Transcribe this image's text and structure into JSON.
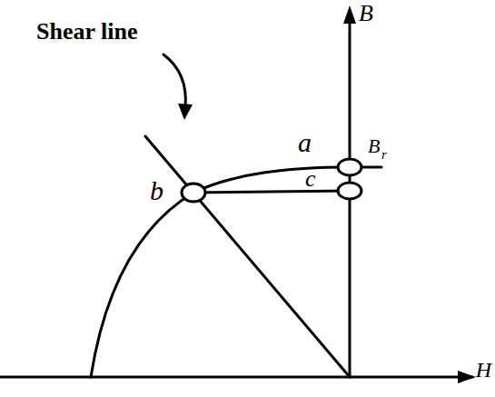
{
  "diagram": {
    "labels": [
      "Shear line",
      "a",
      "b",
      "c",
      "B",
      "B",
      "r",
      "H"
    ]
  }
}
